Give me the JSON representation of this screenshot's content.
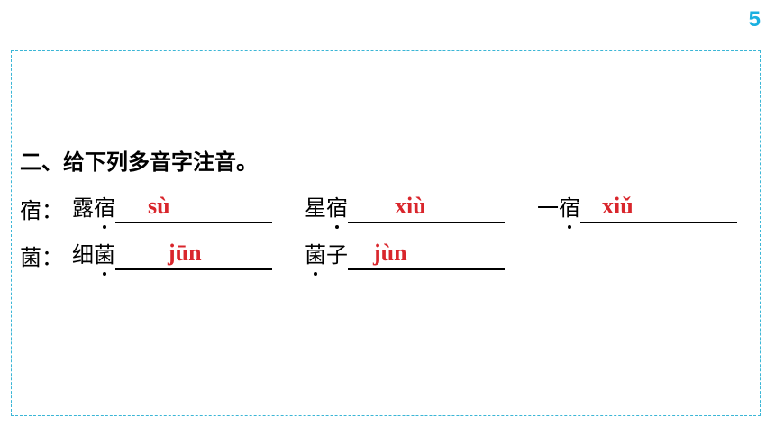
{
  "page": {
    "number": "5"
  },
  "exercise": {
    "heading": "二、给下列多音字注音。",
    "rows": [
      {
        "lead": "宿：",
        "items": [
          {
            "chars": [
              "露",
              "宿"
            ],
            "dotted_index": 1,
            "answer": "sù"
          },
          {
            "chars": [
              "星",
              "宿"
            ],
            "dotted_index": 1,
            "answer": "xiù"
          },
          {
            "chars": [
              "一",
              "宿"
            ],
            "dotted_index": 1,
            "answer": "xiǔ"
          }
        ]
      },
      {
        "lead": "菌：",
        "items": [
          {
            "chars": [
              "细",
              "菌"
            ],
            "dotted_index": 1,
            "answer": "jūn"
          },
          {
            "chars": [
              "菌",
              "子"
            ],
            "dotted_index": 0,
            "answer": "jùn"
          }
        ]
      }
    ]
  },
  "colors": {
    "answer": "#d9262c",
    "frame_border": "#3bb6d6",
    "page_number": "#1ab0e0"
  }
}
